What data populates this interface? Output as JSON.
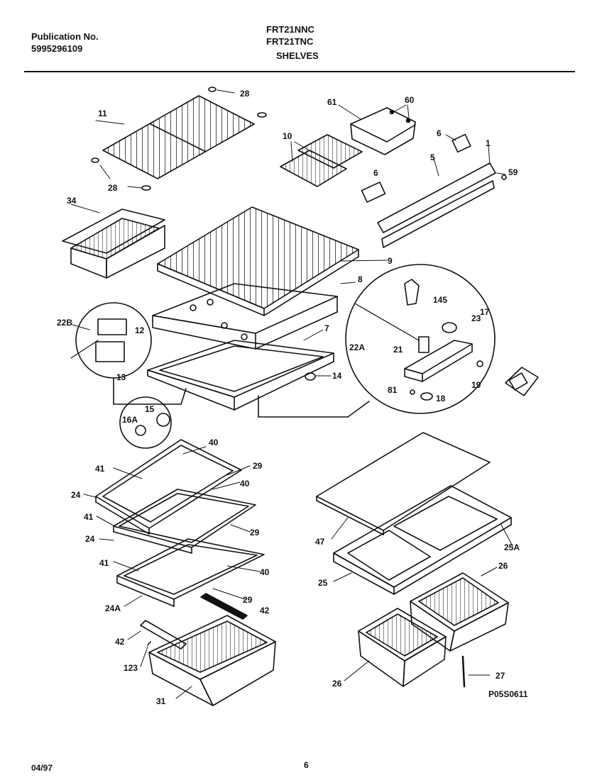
{
  "header": {
    "publication_label": "Publication No.",
    "publication_number": "5995296109",
    "model_1": "FRT21NNC",
    "model_2": "FRT21TNC",
    "section_title": "SHELVES"
  },
  "diagram_code": "P05S0611",
  "footer": {
    "date": "04/97",
    "page_number": "6"
  },
  "callouts": {
    "c11": "11",
    "c28a": "28",
    "c28b": "28",
    "c61": "61",
    "c60": "60",
    "c10": "10",
    "c6a": "6",
    "c1": "1",
    "c6b": "6",
    "c5": "5",
    "c59": "59",
    "c34": "34",
    "c9": "9",
    "c8": "8",
    "c145": "145",
    "c23": "23",
    "c22b": "22B",
    "c12": "12",
    "c7": "7",
    "c22a": "22A",
    "c21": "21",
    "c17": "17",
    "c13": "13",
    "c14": "14",
    "c19": "19",
    "c81": "81",
    "c18": "18",
    "c15": "15",
    "c16a": "16A",
    "c40a": "40",
    "c41a": "41",
    "c29a": "29",
    "c24a": "24",
    "c40b": "40",
    "c41b": "41",
    "c29b": "29",
    "c24b": "24",
    "c41c": "41",
    "c40c": "40",
    "c24A": "24A",
    "c29c": "29",
    "c42a": "42",
    "c42b": "42",
    "c123": "123",
    "c31": "31",
    "c47": "47",
    "c25A": "25A",
    "c25": "25",
    "c26a": "26",
    "c26b": "26",
    "c27": "27"
  }
}
